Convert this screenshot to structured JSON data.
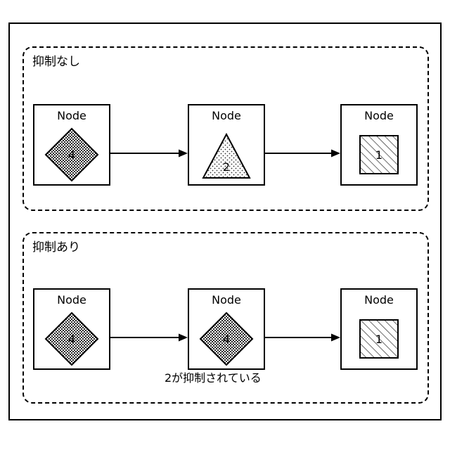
{
  "figure": {
    "panels": [
      {
        "id": "no-inhibit",
        "title": "抑制なし",
        "nodes": [
          {
            "box_label": "Node",
            "shape": "diamond",
            "fill": "dense-dots",
            "value": "4"
          },
          {
            "box_label": "Node",
            "shape": "triangle",
            "fill": "sparse-dots",
            "value": "2"
          },
          {
            "box_label": "Node",
            "shape": "square",
            "fill": "diagonal-hatch",
            "value": "1"
          }
        ],
        "arrows": [
          "arrow-right",
          "arrow-right"
        ],
        "caption": ""
      },
      {
        "id": "inhibit",
        "title": "抑制あり",
        "nodes": [
          {
            "box_label": "Node",
            "shape": "diamond",
            "fill": "dense-dots",
            "value": "4"
          },
          {
            "box_label": "Node",
            "shape": "diamond",
            "fill": "dense-dots",
            "value": "4"
          },
          {
            "box_label": "Node",
            "shape": "square",
            "fill": "diagonal-hatch",
            "value": "1"
          }
        ],
        "arrows": [
          "arrow-right",
          "arrow-right"
        ],
        "caption": "2が抑制されている"
      }
    ],
    "colors": {
      "stroke": "#000000",
      "background": "#ffffff",
      "fill_light": "#ffffff"
    }
  }
}
